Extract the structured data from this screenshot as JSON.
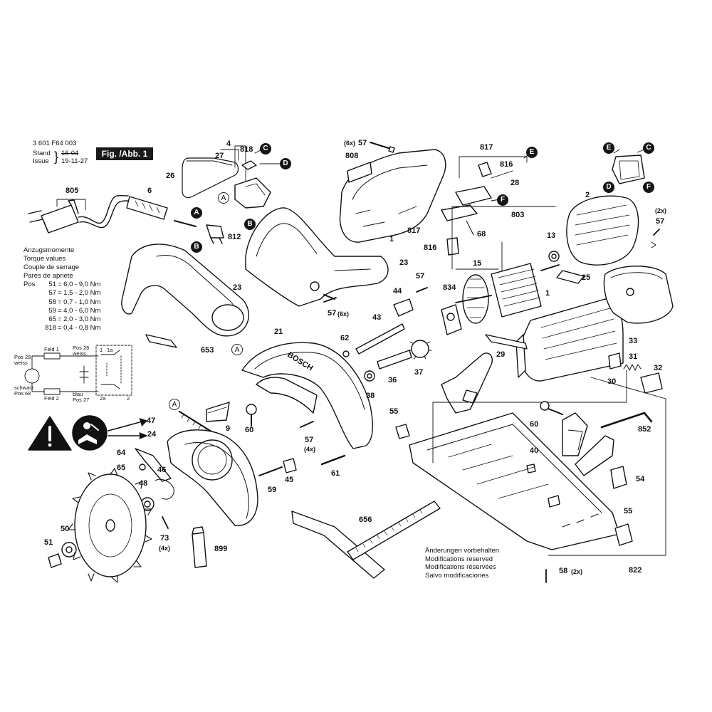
{
  "header": {
    "part_number": "3 601 F64 003",
    "stand_label": "Stand",
    "issue_label": "Issue",
    "stand_date": "16-04",
    "issue_date": "19-11-27",
    "figure_label": "Fig. /Abb. 1"
  },
  "torque": {
    "title_lines": [
      "Anzugsmomente",
      "Torque values",
      "Couple de serrage",
      "Pares de apriete"
    ],
    "pos_label": "Pos",
    "rows": [
      {
        "pos": "51",
        "value": "= 6,0 - 9,0 Nm"
      },
      {
        "pos": "57",
        "value": "= 1,5 - 2,0 Nm"
      },
      {
        "pos": "58",
        "value": "= 0,7 - 1,0 Nm"
      },
      {
        "pos": "59",
        "value": "= 4,0 - 6,0 Nm"
      },
      {
        "pos": "65",
        "value": "= 2,0 - 3,0 Nm"
      },
      {
        "pos": "818",
        "value": "= 0,4 - 0,8 Nm"
      }
    ]
  },
  "modifications": [
    "Änderungen vorbehalten",
    "Modifications reserved",
    "Modifications réservées",
    "Salvo modificaciones"
  ],
  "wiring": {
    "pos28": "Pos 28",
    "weiss_left": "weiss",
    "feld1": "Feld 1",
    "pos26": "Pos 26",
    "weiss_right": "weiss",
    "schwarz": "schwarz",
    "pos68": "Pos 68",
    "feld2": "Feld 2",
    "blau": "blau",
    "pos27": "Pos 27",
    "t1": "1",
    "t1a": "1a",
    "t2": "2",
    "t2a": "2a"
  },
  "callouts": [
    {
      "id": "c805",
      "text": "805"
    },
    {
      "id": "c6",
      "text": "6"
    },
    {
      "id": "c4",
      "text": "4"
    },
    {
      "id": "c27",
      "text": "27"
    },
    {
      "id": "c26",
      "text": "26"
    },
    {
      "id": "c818",
      "text": "818"
    },
    {
      "id": "c812",
      "text": "812"
    },
    {
      "id": "c23a",
      "text": "23"
    },
    {
      "id": "c23b",
      "text": "23"
    },
    {
      "id": "c57b",
      "text": "57"
    },
    {
      "id": "c57b_q",
      "text": "(6x)"
    },
    {
      "id": "c653",
      "text": "653"
    },
    {
      "id": "c21",
      "text": "21"
    },
    {
      "id": "c62",
      "text": "62"
    },
    {
      "id": "c43",
      "text": "43"
    },
    {
      "id": "c44",
      "text": "44"
    },
    {
      "id": "c57c",
      "text": "57"
    },
    {
      "id": "c57a_q",
      "text": "(6x)"
    },
    {
      "id": "c57a",
      "text": "57"
    },
    {
      "id": "c808",
      "text": "808"
    },
    {
      "id": "c1a",
      "text": "1"
    },
    {
      "id": "c817a",
      "text": "817"
    },
    {
      "id": "c816a",
      "text": "816"
    },
    {
      "id": "c28",
      "text": "28"
    },
    {
      "id": "c817b",
      "text": "817"
    },
    {
      "id": "c68",
      "text": "68"
    },
    {
      "id": "c816b",
      "text": "816"
    },
    {
      "id": "c803",
      "text": "803"
    },
    {
      "id": "c13",
      "text": "13"
    },
    {
      "id": "c15",
      "text": "15"
    },
    {
      "id": "c834",
      "text": "834"
    },
    {
      "id": "c2",
      "text": "2"
    },
    {
      "id": "c57d_q",
      "text": "(2x)"
    },
    {
      "id": "c57d",
      "text": "57"
    },
    {
      "id": "c25",
      "text": "25"
    },
    {
      "id": "c1b",
      "text": "1"
    },
    {
      "id": "c33",
      "text": "33"
    },
    {
      "id": "c29",
      "text": "29"
    },
    {
      "id": "c31",
      "text": "31"
    },
    {
      "id": "c30",
      "text": "30"
    },
    {
      "id": "c32",
      "text": "32"
    },
    {
      "id": "c36",
      "text": "36"
    },
    {
      "id": "c37",
      "text": "37"
    },
    {
      "id": "c38",
      "text": "38"
    },
    {
      "id": "c47",
      "text": "47"
    },
    {
      "id": "c24",
      "text": "24"
    },
    {
      "id": "c9",
      "text": "9"
    },
    {
      "id": "c60a",
      "text": "60"
    },
    {
      "id": "c57e",
      "text": "57"
    },
    {
      "id": "c57e_q",
      "text": "(4x)"
    },
    {
      "id": "c61",
      "text": "61"
    },
    {
      "id": "c59",
      "text": "59"
    },
    {
      "id": "c45",
      "text": "45"
    },
    {
      "id": "c64",
      "text": "64"
    },
    {
      "id": "c65",
      "text": "65"
    },
    {
      "id": "c46",
      "text": "46"
    },
    {
      "id": "c48",
      "text": "48"
    },
    {
      "id": "c50",
      "text": "50"
    },
    {
      "id": "c51",
      "text": "51"
    },
    {
      "id": "c73",
      "text": "73"
    },
    {
      "id": "c73_q",
      "text": "(4x)"
    },
    {
      "id": "c899",
      "text": "899"
    },
    {
      "id": "c656",
      "text": "656"
    },
    {
      "id": "c55a",
      "text": "55"
    },
    {
      "id": "c60b",
      "text": "60"
    },
    {
      "id": "c852",
      "text": "852"
    },
    {
      "id": "c40",
      "text": "40"
    },
    {
      "id": "c54",
      "text": "54"
    },
    {
      "id": "c55b",
      "text": "55"
    },
    {
      "id": "c58",
      "text": "58"
    },
    {
      "id": "c58_q",
      "text": "(2x)"
    },
    {
      "id": "c822",
      "text": "822"
    }
  ],
  "markers": [
    {
      "id": "mC1",
      "text": "C"
    },
    {
      "id": "mD1",
      "text": "D"
    },
    {
      "id": "mA1",
      "text": "A"
    },
    {
      "id": "mB1",
      "text": "B"
    },
    {
      "id": "mA2",
      "text": "A"
    },
    {
      "id": "mB2",
      "text": "B"
    },
    {
      "id": "mE1",
      "text": "E"
    },
    {
      "id": "mF1",
      "text": "F"
    },
    {
      "id": "mE2",
      "text": "E"
    },
    {
      "id": "mC2",
      "text": "C"
    },
    {
      "id": "mD2",
      "text": "D"
    },
    {
      "id": "mF2",
      "text": "F"
    },
    {
      "id": "mA3",
      "text": "A"
    },
    {
      "id": "mA4",
      "text": "A"
    }
  ],
  "icons": [
    "warning-triangle-icon",
    "read-manual-icon",
    "plug-icon",
    "saw-blade-icon"
  ],
  "colors": {
    "ink": "#111111",
    "badge": "#151515",
    "paper": "#ffffff"
  }
}
